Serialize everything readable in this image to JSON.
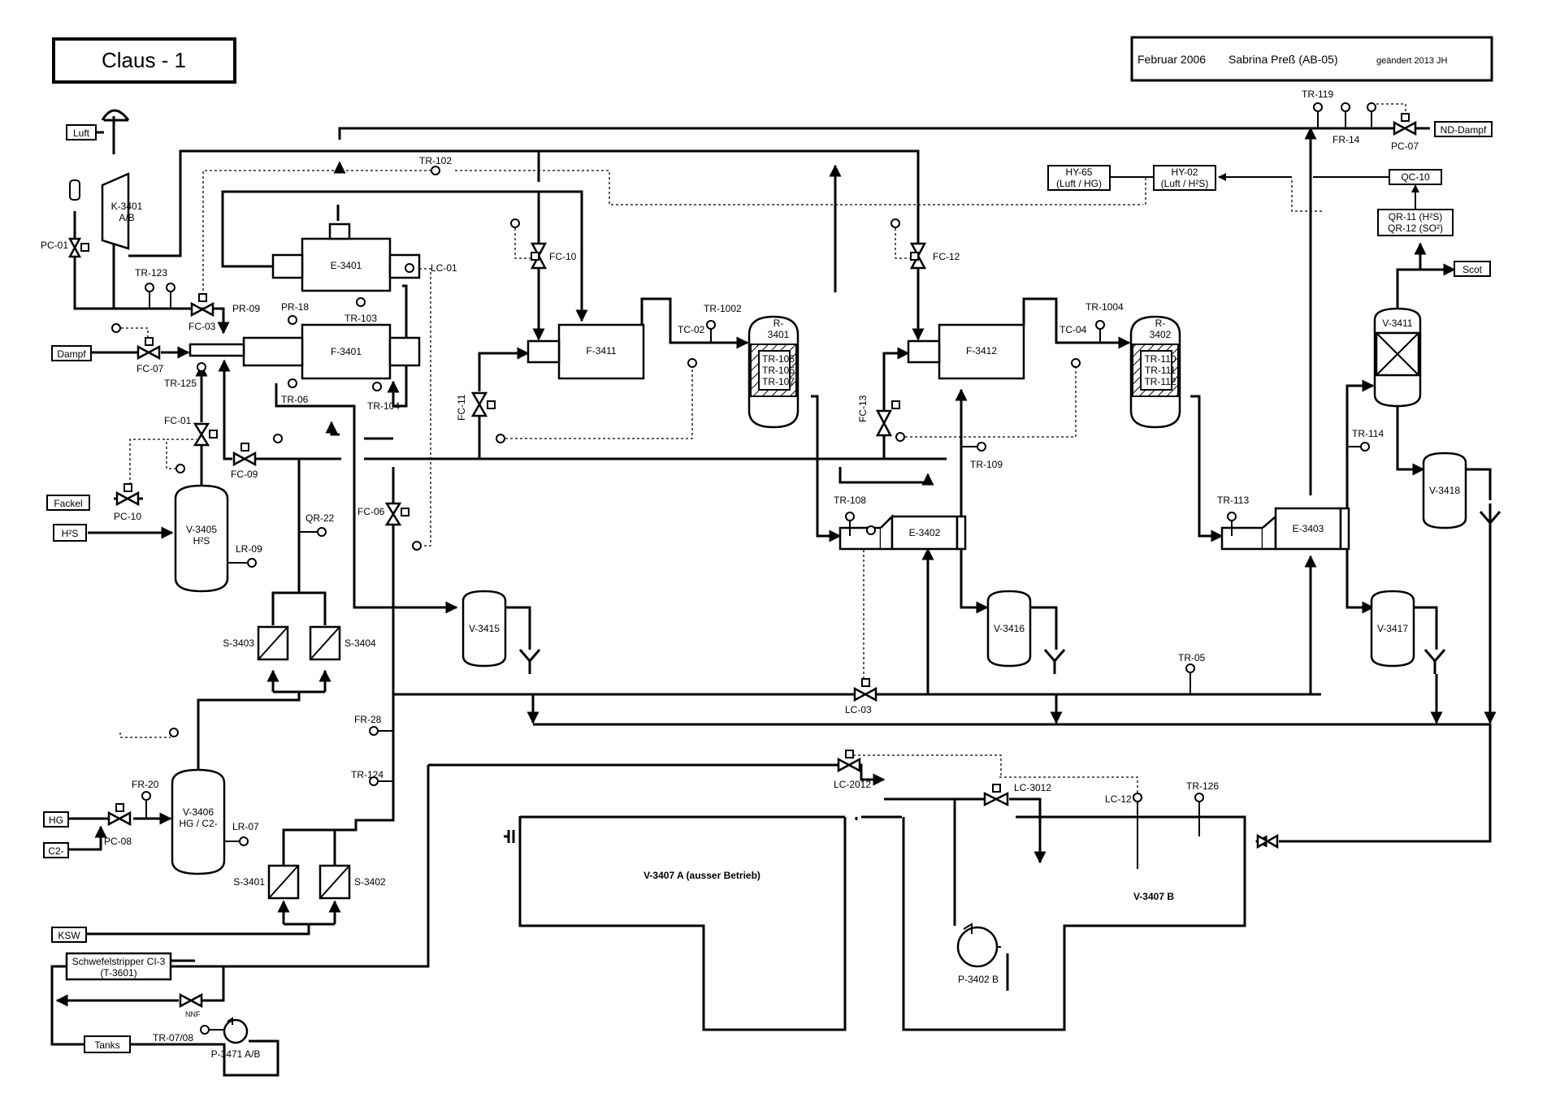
{
  "header": {
    "title": "Claus - 1",
    "author_date": "Februar  2006",
    "author_name": "Sabrina Preß (AB-05)",
    "revision": "geändert 2013  JH"
  },
  "streams": {
    "luft": "Luft",
    "dampf": "Dampf",
    "fackel": "Fackel",
    "h2s": "H²S",
    "hg": "HG",
    "c2": "C2-",
    "ksw": "KSW",
    "tanks": "Tanks",
    "nd_dampf": "ND-Dampf",
    "scot": "Scot",
    "nnf": "NNF"
  },
  "equipment": {
    "k3401_line1": "K-3401",
    "k3401_line2": "A/B",
    "e3401": "E-3401",
    "f3401": "F-3401",
    "f3411": "F-3411",
    "f3412": "F-3412",
    "r3401_line1": "R-",
    "r3401_line2": "3401",
    "r3402_line1": "R-",
    "r3402_line2": "3402",
    "v3405_line1": "V-3405",
    "v3405_line2": "H²S",
    "v3406_line1": "V-3406",
    "v3406_line2": "HG / C2-",
    "v3415": "V-3415",
    "v3416": "V-3416",
    "v3417": "V-3417",
    "v3418": "V-3418",
    "v3411": "V-3411",
    "e3402": "E-3402",
    "e3403": "E-3403",
    "s3401": "S-3401",
    "s3402": "S-3402",
    "s3403": "S-3403",
    "s3404": "S-3404",
    "v3407a": "V-3407 A (ausser Betrieb)",
    "v3407b": "V-3407 B",
    "p3402b": "P-3402 B",
    "p3471": "P-3471 A/B",
    "stripper_line1": "Schwefelstripper CI-3",
    "stripper_line2": "(T-3601)",
    "hy65_line1": "HY-65",
    "hy65_line2": "(Luft / HG)",
    "hy02_line1": "HY-02",
    "hy02_line2": "(Luft / H²S)",
    "qc10": "QC-10",
    "qr11": "QR-11 (H²S)",
    "qr12": "QR-12 (SO²)"
  },
  "reactor_tags": {
    "r3401": [
      "TR-105",
      "TR-106",
      "TR-107"
    ],
    "r3402": [
      "TR-110",
      "TR-111",
      "TR-112"
    ]
  },
  "instruments": {
    "pc01": "PC-01",
    "tr123": "TR-123",
    "fc03": "FC-03",
    "pr09": "PR-09",
    "pr18": "PR-18",
    "fc07": "FC-07",
    "tr125": "TR-125",
    "fc01": "FC-01",
    "fc09": "FC-09",
    "pc10": "PC-10",
    "lr09": "LR-09",
    "qr22": "QR-22",
    "tr102": "TR-102",
    "lc01": "LC-01",
    "tr103": "TR-103",
    "tr104": "TR-104",
    "tr06": "TR-06",
    "fc06": "FC-06",
    "fc10": "FC-10",
    "fc11": "FC-11",
    "tr1002": "TR-1002",
    "tc02": "TC-02",
    "fc12": "FC-12",
    "fc13": "FC-13",
    "tr1004": "TR-1004",
    "tc04": "TC-04",
    "tr108": "TR-108",
    "tr109": "TR-109",
    "tr113": "TR-113",
    "tr114": "TR-114",
    "tr119": "TR-119",
    "fr14": "FR-14",
    "pc07": "PC-07",
    "lc03": "LC-03",
    "tr05": "TR-05",
    "fr28": "FR-28",
    "tr124": "TR-124",
    "fr20": "FR-20",
    "pc08": "PC-08",
    "lr07": "LR-07",
    "lc2012": "LC-2012",
    "lc3012": "LC-3012",
    "lc12": "LC-12",
    "tr126": "TR-126",
    "tr0708": "TR-07/08"
  }
}
